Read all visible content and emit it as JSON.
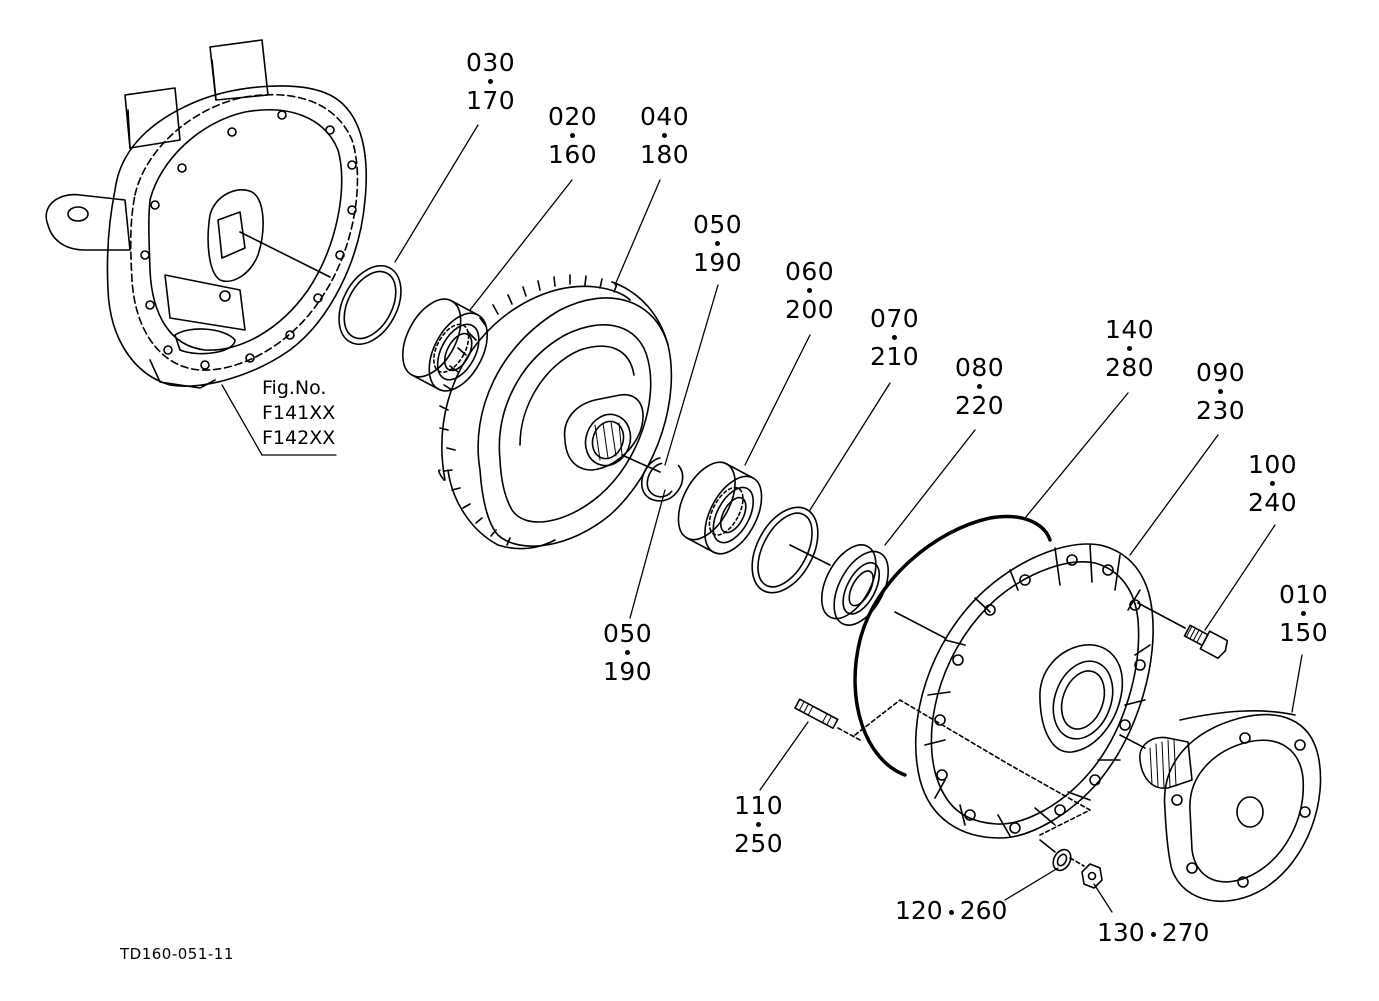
{
  "figure": {
    "label": "Fig.No.",
    "numbers": [
      "F141XX",
      "F142XX"
    ]
  },
  "drawing_code": "TD160-051-11",
  "callouts": {
    "c030": {
      "top": "030",
      "bottom": "170"
    },
    "c020": {
      "top": "020",
      "bottom": "160"
    },
    "c040": {
      "top": "040",
      "bottom": "180"
    },
    "c050a": {
      "top": "050",
      "bottom": "190"
    },
    "c060": {
      "top": "060",
      "bottom": "200"
    },
    "c070": {
      "top": "070",
      "bottom": "210"
    },
    "c080": {
      "top": "080",
      "bottom": "220"
    },
    "c140": {
      "top": "140",
      "bottom": "280"
    },
    "c090": {
      "top": "090",
      "bottom": "230"
    },
    "c100": {
      "top": "100",
      "bottom": "240"
    },
    "c010": {
      "top": "010",
      "bottom": "150"
    },
    "c050b": {
      "top": "050",
      "bottom": "190"
    },
    "c110": {
      "top": "110",
      "bottom": "250"
    }
  },
  "inline_callouts": {
    "c120": {
      "left": "120",
      "right": "260"
    },
    "c130": {
      "left": "130",
      "right": "270"
    }
  }
}
